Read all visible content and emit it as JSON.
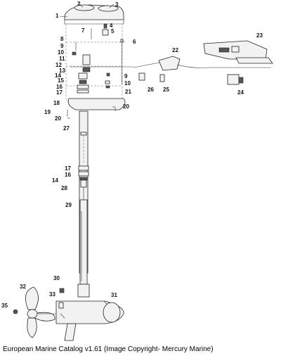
{
  "caption": "European Marine Catalog v1.61 (Image Copyright- Mercury Marine)",
  "callouts": [
    "1",
    "2",
    "3",
    "4",
    "5",
    "6",
    "7",
    "8",
    "9",
    "10",
    "11",
    "12",
    "13",
    "14",
    "15",
    "16",
    "17",
    "18",
    "19",
    "20",
    "20",
    "21",
    "22",
    "23",
    "24",
    "25",
    "26",
    "27",
    "17",
    "16",
    "14",
    "28",
    "29",
    "30",
    "31",
    "32",
    "33",
    "35",
    "9",
    "10"
  ]
}
